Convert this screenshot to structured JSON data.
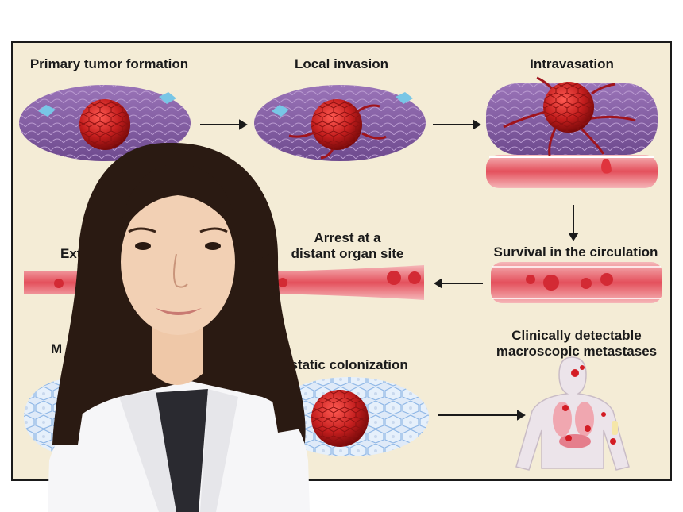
{
  "diagram": {
    "stages": {
      "primary_tumor": "Primary tumor formation",
      "local_invasion": "Local invasion",
      "intravasation": "Intravasation",
      "survival": "Survival in the circulation",
      "arrest_line1": "Arrest at a",
      "arrest_line2": "distant organ site",
      "extravasation_partial": "Ext",
      "micrometastasis_partial": "M",
      "colonization_partial": "astatic colonization",
      "clinical_line1": "Clinically detectable",
      "clinical_line2": "macroscopic metastases"
    },
    "colors": {
      "background": "#f4ecd6",
      "tumor": "#c41e1e",
      "tissue": "#8a5fa8",
      "vessel": "#e4505c",
      "body": "#e8e0e4"
    }
  },
  "overlay": {
    "subject": "portrait of woman in white coat",
    "coat_color": "#f6f6f8",
    "hair_color": "#2a1a12"
  }
}
